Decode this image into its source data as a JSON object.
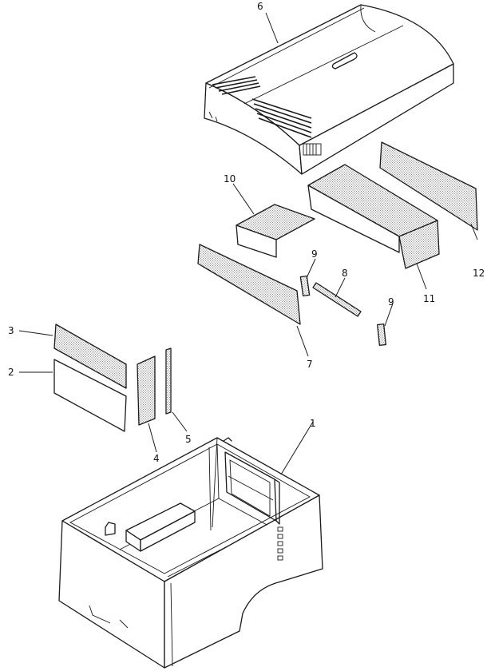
{
  "callouts": [
    {
      "id": "c1",
      "text": "1"
    },
    {
      "id": "c2",
      "text": "2"
    },
    {
      "id": "c3",
      "text": "3"
    },
    {
      "id": "c4",
      "text": "4"
    },
    {
      "id": "c5",
      "text": "5"
    },
    {
      "id": "c6",
      "text": "6"
    },
    {
      "id": "c7",
      "text": "7"
    },
    {
      "id": "c8",
      "text": "8"
    },
    {
      "id": "c9a",
      "text": "9"
    },
    {
      "id": "c9b",
      "text": "9"
    },
    {
      "id": "c10",
      "text": "10"
    },
    {
      "id": "c11",
      "text": "11"
    },
    {
      "id": "c12",
      "text": "12"
    }
  ]
}
